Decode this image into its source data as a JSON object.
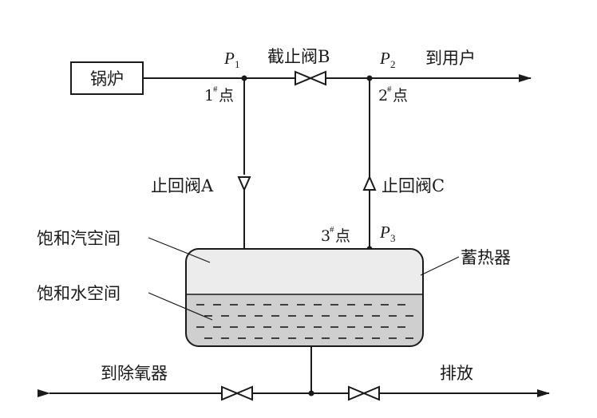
{
  "labels": {
    "boiler": "锅炉",
    "stop_valve_b": "截止阀B",
    "to_user": "到用户",
    "check_valve_a": "止回阀A",
    "check_valve_c": "止回阀C",
    "saturated_steam_space": "饱和汽空间",
    "saturated_water_space": "饱和水空间",
    "accumulator": "蓄热器",
    "to_deaerator": "到除氧器",
    "drain": "排放"
  },
  "points": {
    "p1": {
      "symbol": "P",
      "sub": "1",
      "point_num": "1",
      "point_mark": "#",
      "point_word": "点"
    },
    "p2": {
      "symbol": "P",
      "sub": "2",
      "point_num": "2",
      "point_mark": "#",
      "point_word": "点"
    },
    "p3": {
      "symbol": "P",
      "sub": "3",
      "point_num": "3",
      "point_mark": "#",
      "point_word": "点"
    }
  }
}
